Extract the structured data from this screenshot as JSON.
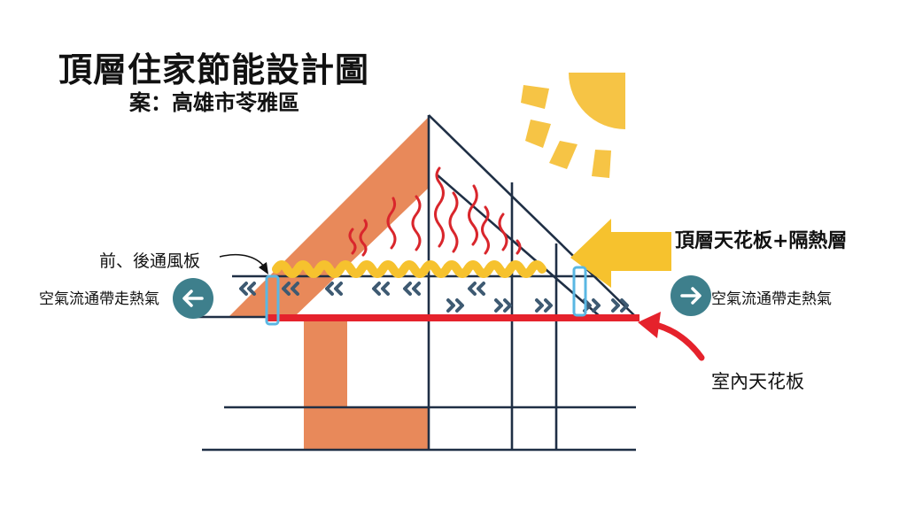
{
  "title": "頂層住家節能設計圖",
  "subtitle": "案：高雄市苓雅區",
  "labels": {
    "vent": "前、後通風板",
    "airflow_left": "空氣流通帶走熱氣",
    "airflow_right": "空氣流通帶走熱氣",
    "insulation": "頂層天花板+隔熱層",
    "indoor_ceiling": "室內天花板"
  },
  "icons": {
    "left_circle": "arrow-left-icon",
    "right_circle": "arrow-right-icon",
    "sun": "sun-icon"
  },
  "colors": {
    "house_fill": "#e8895a",
    "structure_line": "#1f2f45",
    "insulation": "#f6c22e",
    "heat_waves": "#d9262c",
    "indoor_ceiling": "#e5222c",
    "circle": "#3e7f8c",
    "vent_outline": "#5ab7e3",
    "sun": "#f6c445"
  }
}
